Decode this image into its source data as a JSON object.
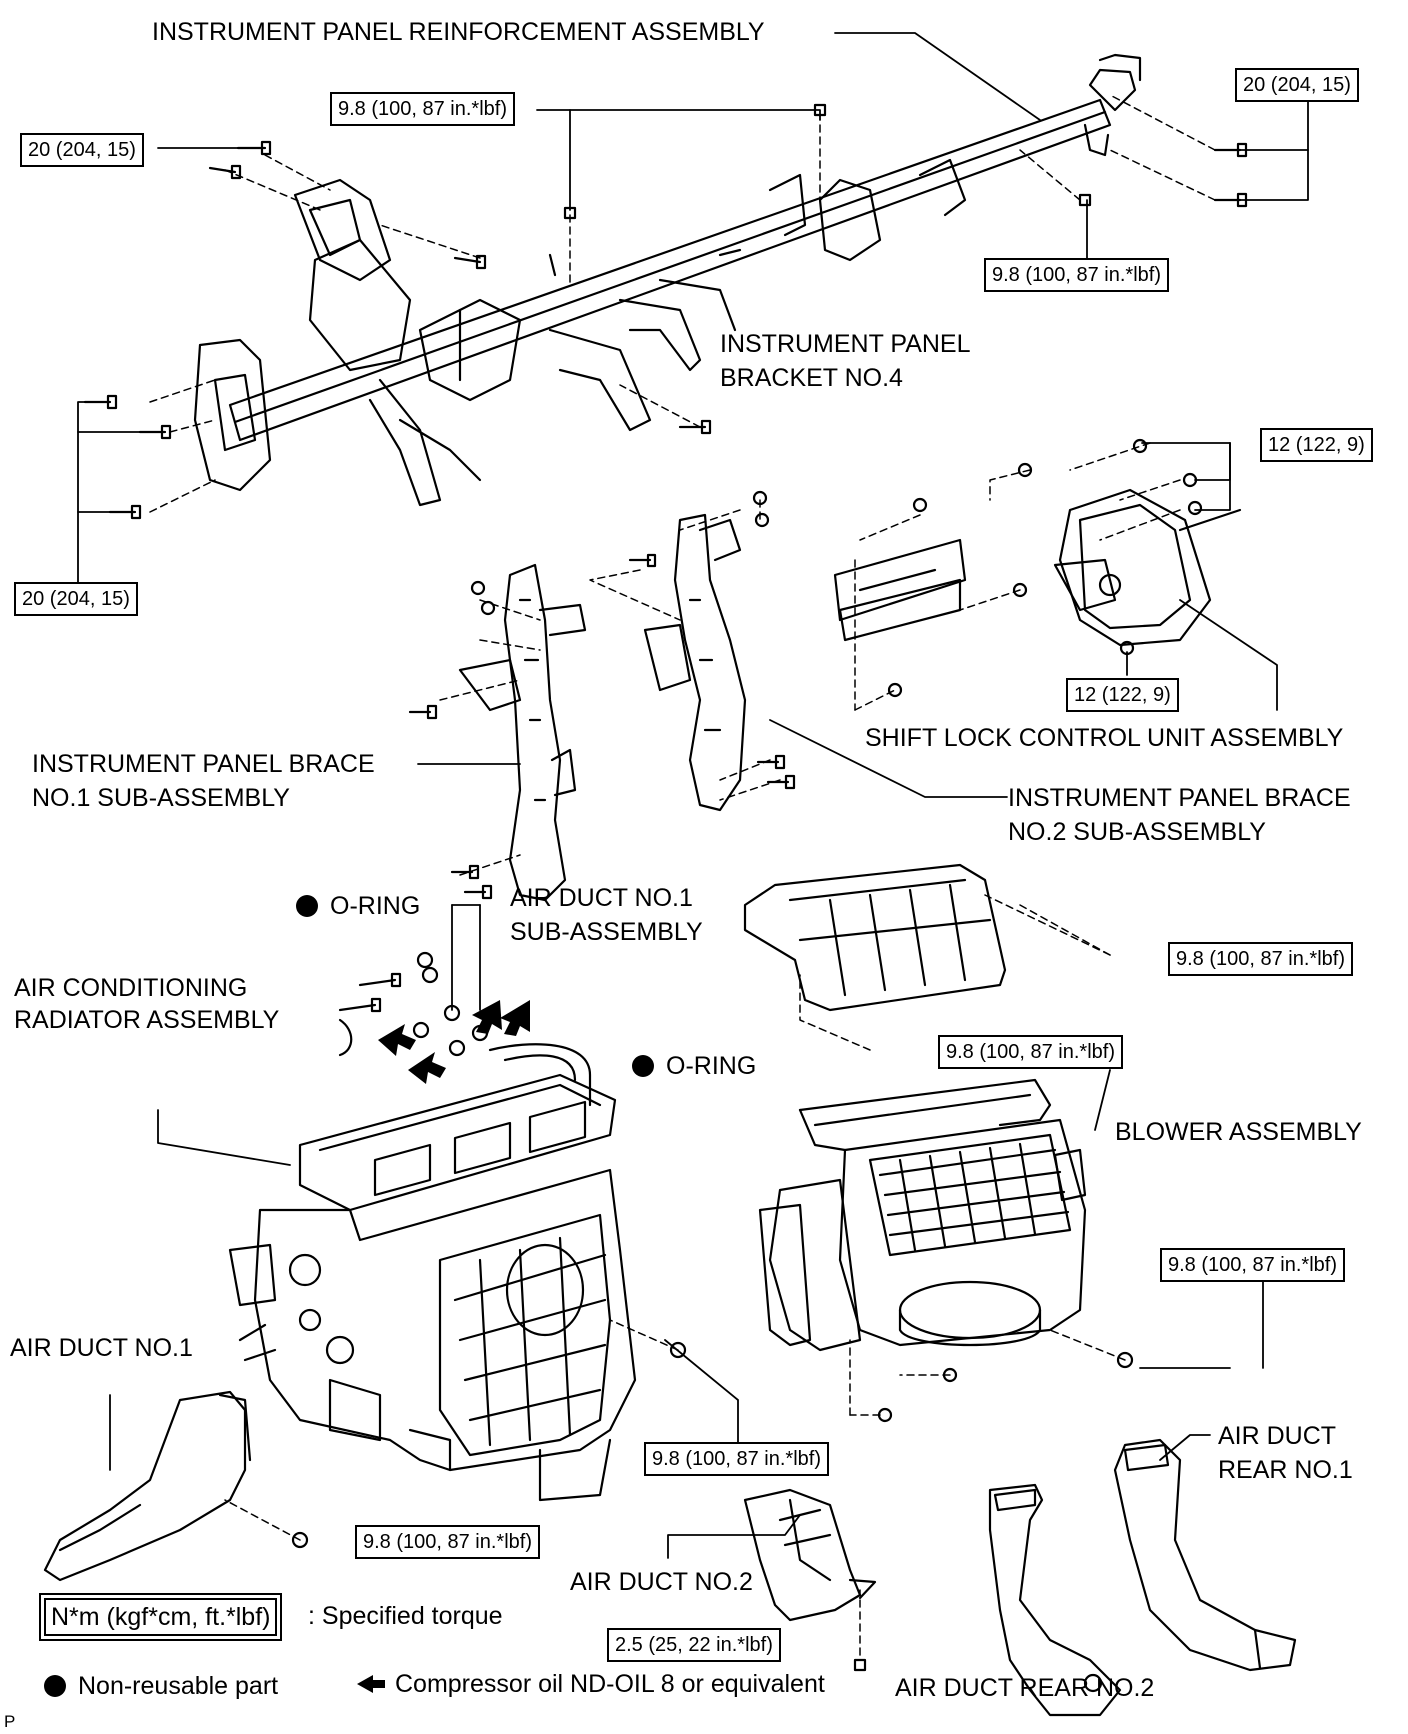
{
  "labels": {
    "ip_reinforcement": "INSTRUMENT PANEL REINFORCEMENT ASSEMBLY",
    "ip_bracket_no4_l1": "INSTRUMENT PANEL",
    "ip_bracket_no4_l2": "BRACKET NO.4",
    "shift_lock": "SHIFT LOCK CONTROL UNIT ASSEMBLY",
    "ip_brace_no1_l1": "INSTRUMENT PANEL BRACE",
    "ip_brace_no1_l2": "NO.1 SUB-ASSEMBLY",
    "ip_brace_no2_l1": "INSTRUMENT PANEL BRACE",
    "ip_brace_no2_l2": "NO.2 SUB-ASSEMBLY",
    "o_ring_top": "O-RING",
    "air_duct_no1_sub_l1": "AIR DUCT NO.1",
    "air_duct_no1_sub_l2": "SUB-ASSEMBLY",
    "ac_radiator_l1": "AIR CONDITIONING",
    "ac_radiator_l2": "RADIATOR ASSEMBLY",
    "o_ring_bottom": "O-RING",
    "blower": "BLOWER ASSEMBLY",
    "air_duct_no1": "AIR DUCT NO.1",
    "air_duct_rear_no1_l1": "AIR DUCT",
    "air_duct_rear_no1_l2": "REAR NO.1",
    "air_duct_no2": "AIR DUCT NO.2",
    "air_duct_rear_no2": "AIR DUCT REAR NO.2",
    "page_code": "P"
  },
  "torques": {
    "t_top_left": "20 (204, 15)",
    "t_top_mid": "9.8 (100, 87 in.*lbf)",
    "t_top_right": "20 (204, 15)",
    "t_right_mid": "9.8 (100, 87 in.*lbf)",
    "t_shift_top": "12 (122, 9)",
    "t_left_low": "20 (204, 15)",
    "t_shift_bottom": "12 (122, 9)",
    "t_duct_sub": "9.8 (100, 87 in.*lbf)",
    "t_duct_sub_lower": "9.8 (100, 87 in.*lbf)",
    "t_blower": "9.8 (100, 87 in.*lbf)",
    "t_radiator": "9.8 (100, 87 in.*lbf)",
    "t_air_duct_no1": "9.8 (100, 87 in.*lbf)",
    "t_air_duct_no2": "2.5 (25, 22 in.*lbf)"
  },
  "legend": {
    "unit_box": "N*m (kgf*cm, ft.*lbf)",
    "unit_desc": ": Specified torque",
    "non_reusable": "Non-reusable part",
    "compressor_oil": "Compressor oil ND-OIL 8 or equivalent"
  }
}
